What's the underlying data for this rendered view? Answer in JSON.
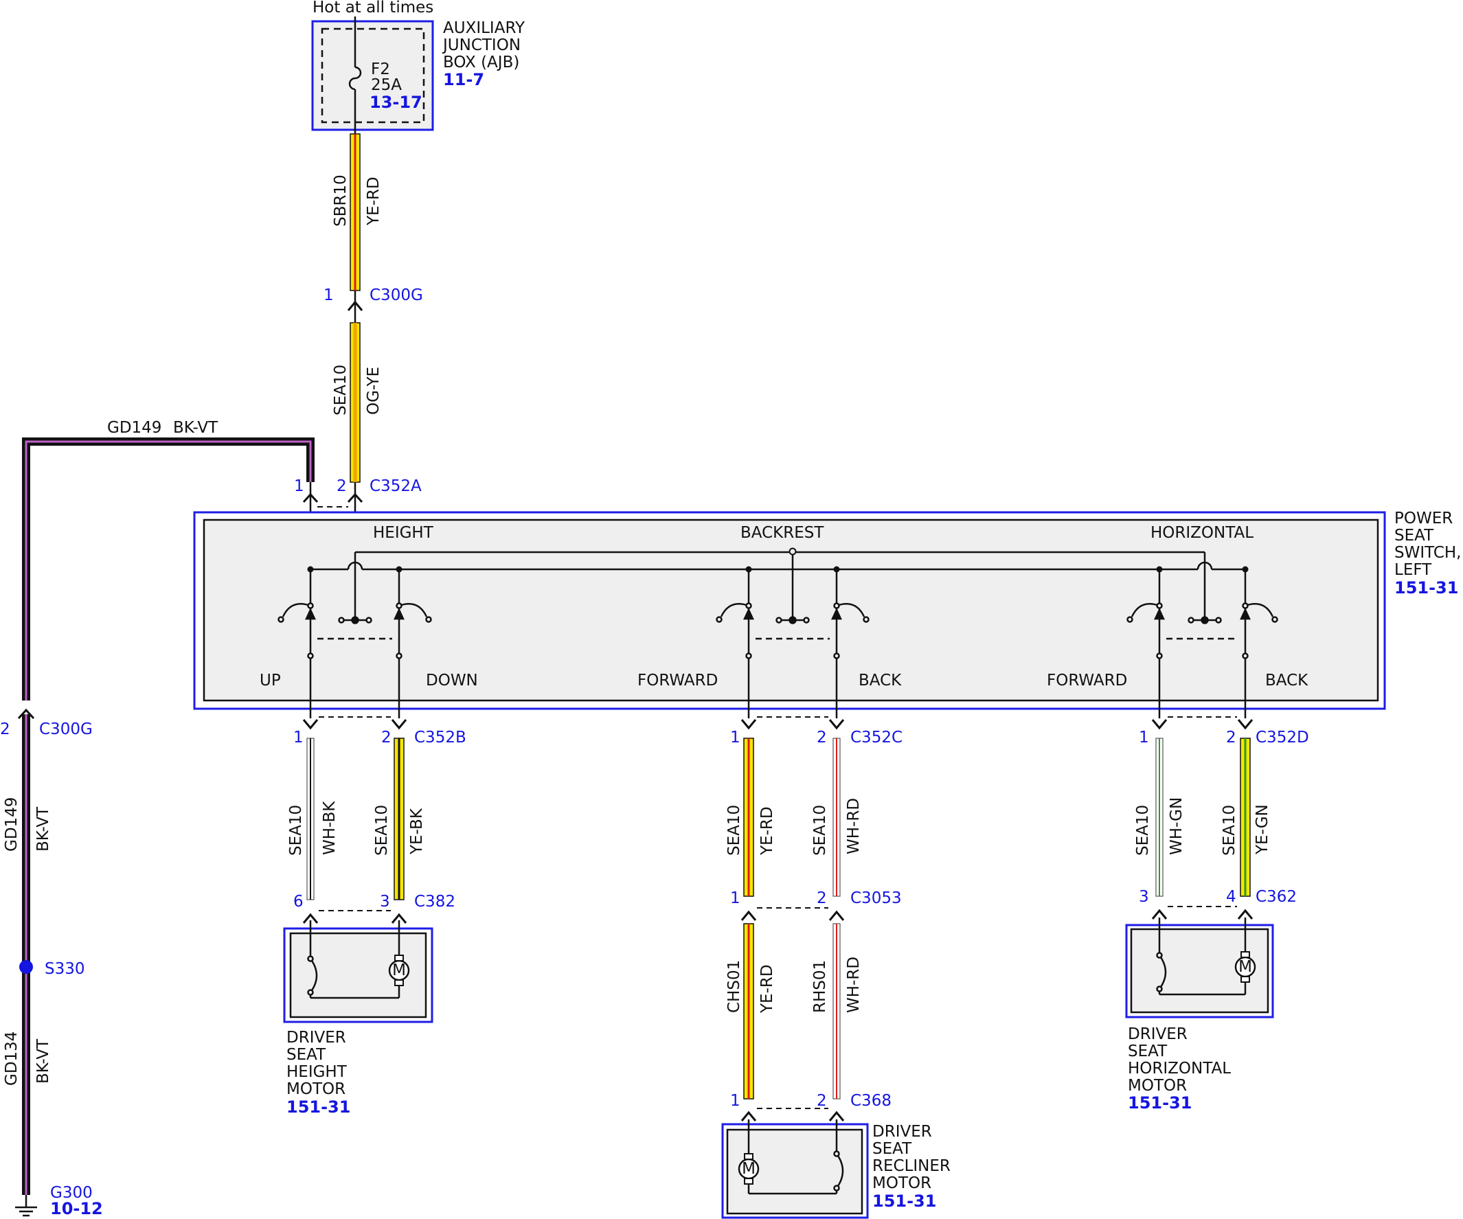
{
  "colors": {
    "box_border": "#1e1ee6",
    "box_fill": "#efefef",
    "pin_text": "#1515e0",
    "yellow": "#f5e600",
    "orange": "#f5a400",
    "red": "#e01a1a",
    "white": "#ffffff",
    "black": "#111111",
    "violet": "#c060c8",
    "green": "#2a9a2a"
  },
  "power": {
    "hot_label": "Hot at all times",
    "ajb_label_lines": [
      "AUXILIARY",
      "JUNCTION",
      "BOX (AJB)"
    ],
    "ajb_ref": "11-7",
    "fuse_name": "F2",
    "fuse_rating": "25A",
    "fuse_ref": "13-17"
  },
  "wires": {
    "sbr10": {
      "circuit": "SBR10",
      "color": "YE-RD"
    },
    "sea10_ogye": {
      "circuit": "SEA10",
      "color": "OG-YE"
    },
    "gd149_top": {
      "circuit": "GD149",
      "color": "BK-VT"
    },
    "gd149_side": {
      "circuit": "GD149",
      "color": "BK-VT"
    },
    "gd134": {
      "circuit": "GD134",
      "color": "BK-VT"
    },
    "height_up": {
      "circuit": "SEA10",
      "color": "WH-BK"
    },
    "height_down": {
      "circuit": "SEA10",
      "color": "YE-BK"
    },
    "backrest_fwd": {
      "circuit": "SEA10",
      "color": "YE-RD"
    },
    "backrest_back": {
      "circuit": "SEA10",
      "color": "WH-RD"
    },
    "recliner_a": {
      "circuit": "CHS01",
      "color": "YE-RD"
    },
    "recliner_b": {
      "circuit": "RHS01",
      "color": "WH-RD"
    },
    "horiz_fwd": {
      "circuit": "SEA10",
      "color": "WH-GN"
    },
    "horiz_back": {
      "circuit": "SEA10",
      "color": "YE-GN"
    }
  },
  "connectors": {
    "c300g_top": {
      "name": "C300G",
      "pin": "1"
    },
    "c352a": {
      "name": "C352A",
      "pin1": "1",
      "pin2": "2"
    },
    "c300g_left": {
      "name": "C300G",
      "pin": "2"
    },
    "s330": "S330",
    "g300": {
      "name": "G300",
      "ref": "10-12"
    },
    "c352b": {
      "name": "C352B",
      "pin1": "1",
      "pin2": "2"
    },
    "c352c": {
      "name": "C352C",
      "pin1": "1",
      "pin2": "2"
    },
    "c352d": {
      "name": "C352D",
      "pin1": "1",
      "pin2": "2"
    },
    "c382": {
      "name": "C382",
      "pin1": "6",
      "pin2": "3"
    },
    "c3053": {
      "name": "C3053",
      "pin1": "1",
      "pin2": "2"
    },
    "c368": {
      "name": "C368",
      "pin1": "1",
      "pin2": "2"
    },
    "c362": {
      "name": "C362",
      "pin1": "3",
      "pin2": "4"
    }
  },
  "switch": {
    "label_lines": [
      "POWER",
      "SEAT",
      "SWITCH,",
      "LEFT"
    ],
    "ref": "151-31",
    "sections": [
      "HEIGHT",
      "BACKREST",
      "HORIZONTAL"
    ],
    "positions": [
      "UP",
      "DOWN",
      "FORWARD",
      "BACK",
      "FORWARD",
      "BACK"
    ]
  },
  "motors": {
    "height": {
      "label_lines": [
        "DRIVER",
        "SEAT",
        "HEIGHT",
        "MOTOR"
      ],
      "ref": "151-31",
      "symbol": "M"
    },
    "recliner": {
      "label_lines": [
        "DRIVER",
        "SEAT",
        "RECLINER",
        "MOTOR"
      ],
      "ref": "151-31",
      "symbol": "M"
    },
    "horizontal": {
      "label_lines": [
        "DRIVER",
        "SEAT",
        "HORIZONTAL",
        "MOTOR"
      ],
      "ref": "151-31",
      "symbol": "M"
    }
  }
}
